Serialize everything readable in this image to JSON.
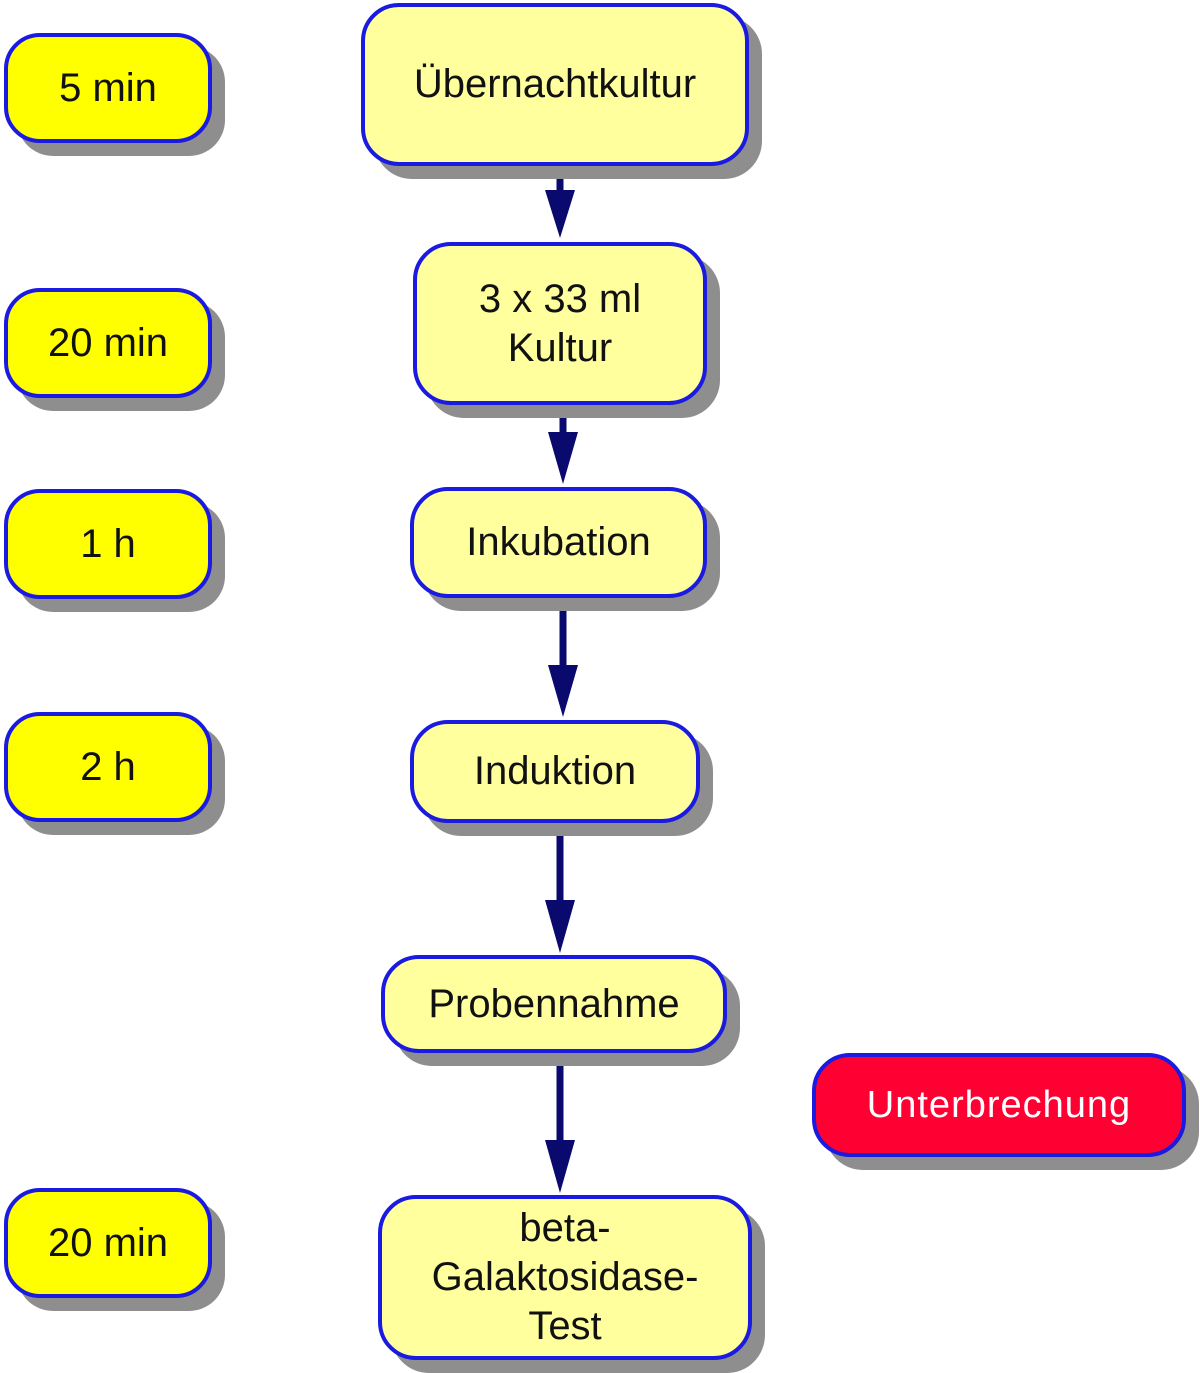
{
  "colors": {
    "step_fill": "#ffff9e",
    "time_fill": "#ffff00",
    "interrupt_fill": "#ff0033",
    "border": "#1a1ae0",
    "arrow": "#0a0a6e",
    "shadow": "#8e8e8e"
  },
  "steps": [
    {
      "label": "Übernachtkultur"
    },
    {
      "label": "3 x 33 ml\nKultur"
    },
    {
      "label": "Inkubation"
    },
    {
      "label": "Induktion"
    },
    {
      "label": "Probennahme"
    },
    {
      "label": "beta-\nGalaktosidase-\nTest"
    }
  ],
  "times": [
    "5 min",
    "20 min",
    "1 h",
    "2 h",
    "20 min"
  ],
  "interrupt": {
    "label": "Unterbrechung"
  }
}
